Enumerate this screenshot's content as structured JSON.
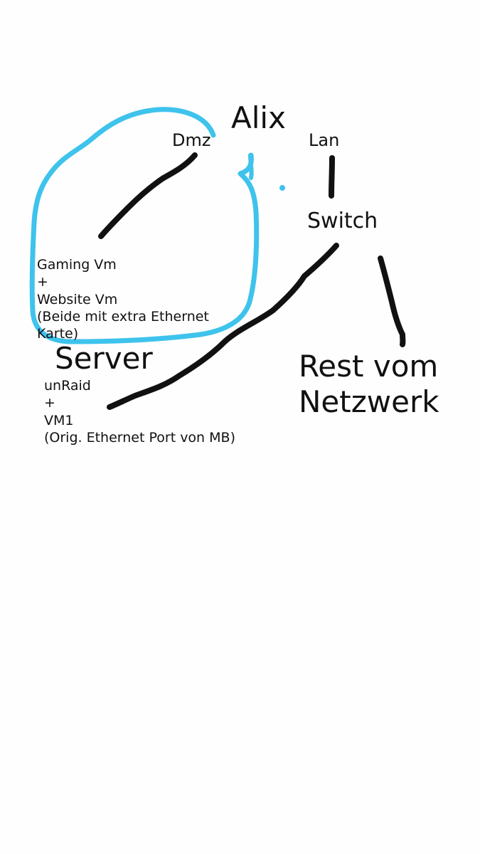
{
  "colors": {
    "ink": "#111111",
    "highlight": "#3ec3ec",
    "paper": "#fefefe"
  },
  "labels": {
    "alix": "Alix",
    "dmz": "Dmz",
    "lan": "Lan",
    "switch": "Switch",
    "server": "Server",
    "rest_line1": "Rest vom",
    "rest_line2": "Netzwerk"
  },
  "gaming_note": {
    "line1": "Gaming Vm",
    "line2": "+",
    "line3": "Website Vm",
    "line4": "(Beide mit extra Ethernet",
    "line5": "Karte)"
  },
  "server_note": {
    "line1": "unRaid",
    "line2": "+",
    "line3": "VM1",
    "line4": "(Orig. Ethernet Port von MB)"
  }
}
